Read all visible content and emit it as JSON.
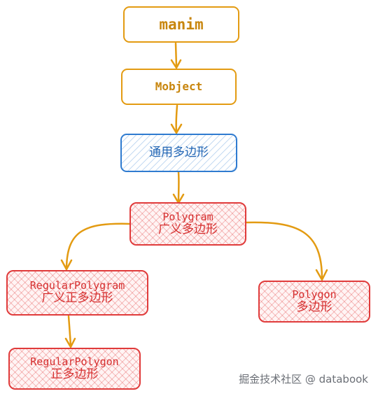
{
  "nodes": {
    "manim": {
      "label": "manim"
    },
    "mobject": {
      "label": "Mobject"
    },
    "generic_polygon": {
      "label": "通用多边形"
    },
    "polygram": {
      "label": "Polygram",
      "sublabel": "广义多边形"
    },
    "regular_polygram": {
      "label": "RegularPolygram",
      "sublabel": "广义正多边形"
    },
    "polygon": {
      "label": "Polygon",
      "sublabel": "多边形"
    },
    "regular_polygon": {
      "label": "RegularPolygon",
      "sublabel": "正多边形"
    }
  },
  "edges": [
    {
      "from": "manim",
      "to": "mobject"
    },
    {
      "from": "mobject",
      "to": "generic_polygon"
    },
    {
      "from": "generic_polygon",
      "to": "polygram"
    },
    {
      "from": "polygram",
      "to": "regular_polygram"
    },
    {
      "from": "polygram",
      "to": "polygon"
    },
    {
      "from": "regular_polygram",
      "to": "regular_polygon"
    }
  ],
  "colors": {
    "edge": "#e39b12",
    "orange": "#e39b12",
    "blue": "#2f7bd0",
    "red": "#e03b3b"
  },
  "watermark": "掘金技术社区 @ databook"
}
